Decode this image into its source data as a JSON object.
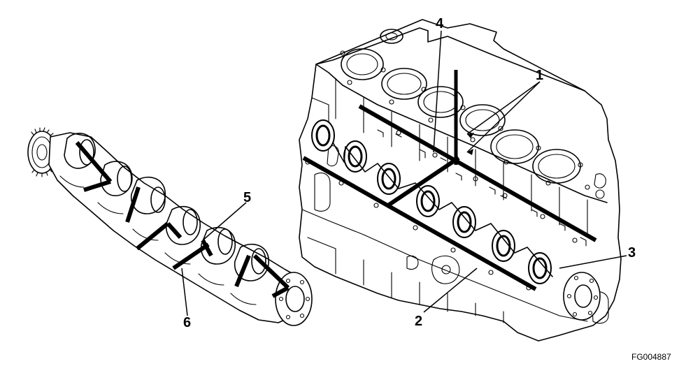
{
  "figure": {
    "id_label": "FG004887",
    "callouts": [
      {
        "key": "c1",
        "text": "1"
      },
      {
        "key": "c2",
        "text": "2"
      },
      {
        "key": "c3",
        "text": "3"
      },
      {
        "key": "c4",
        "text": "4"
      },
      {
        "key": "c5",
        "text": "5"
      },
      {
        "key": "c6",
        "text": "6"
      }
    ]
  }
}
